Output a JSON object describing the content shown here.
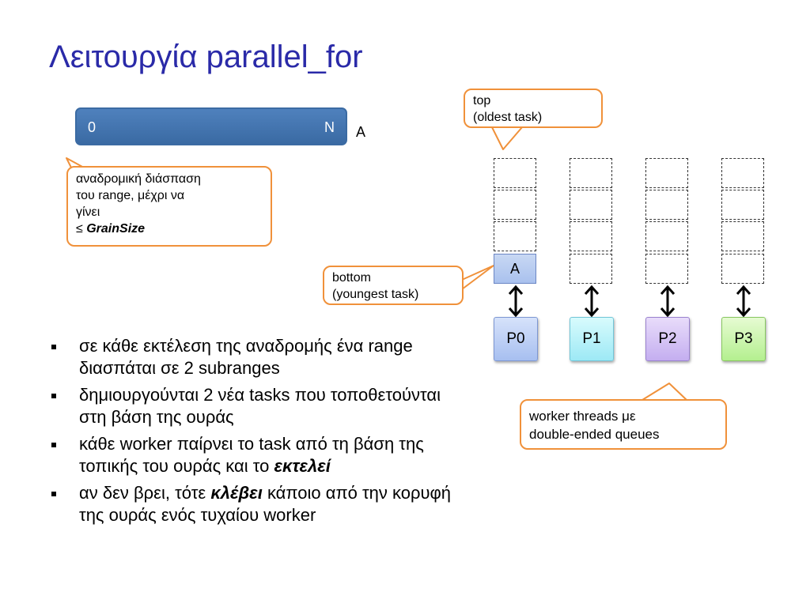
{
  "title": "Λειτουργία parallel_for",
  "range_bar": {
    "start": "0",
    "end": "N",
    "label": "A"
  },
  "callouts": {
    "split": {
      "line1": "αναδρομική διάσπαση",
      "line2": "του range, μέχρι να",
      "line3": "γίνει",
      "le": "≤ ",
      "grain": "GrainSize"
    },
    "top": {
      "line1": "top",
      "line2": "(oldest task)"
    },
    "bottom": {
      "line1": "bottom",
      "line2": "(youngest task)"
    },
    "workers": {
      "line1": "worker threads με",
      "line2": "double-ended queues"
    }
  },
  "queue_task": "A",
  "workers": [
    "P0",
    "P1",
    "P2",
    "P3"
  ],
  "bullets": {
    "b1": "σε κάθε εκτέλεση της αναδρομής ένα range διασπάται σε 2 subranges",
    "b2": "δημιουργούνται  2 νέα tasks που τοποθετούνται στη βάση της ουράς",
    "b3_pre": "κάθε worker παίρνει το task από τη βάση της τοπικής του ουράς και το ",
    "b3_em": "εκτελεί",
    "b4_pre": "αν δεν βρει, τότε ",
    "b4_em": "κλέβει",
    "b4_post": " κάποιο από την κορυφή της ουράς ενός τυχαίου worker"
  },
  "colors": {
    "title": "#2a2aa8",
    "range_bar": "#4f81bd",
    "callout_border": "#f0913a"
  }
}
